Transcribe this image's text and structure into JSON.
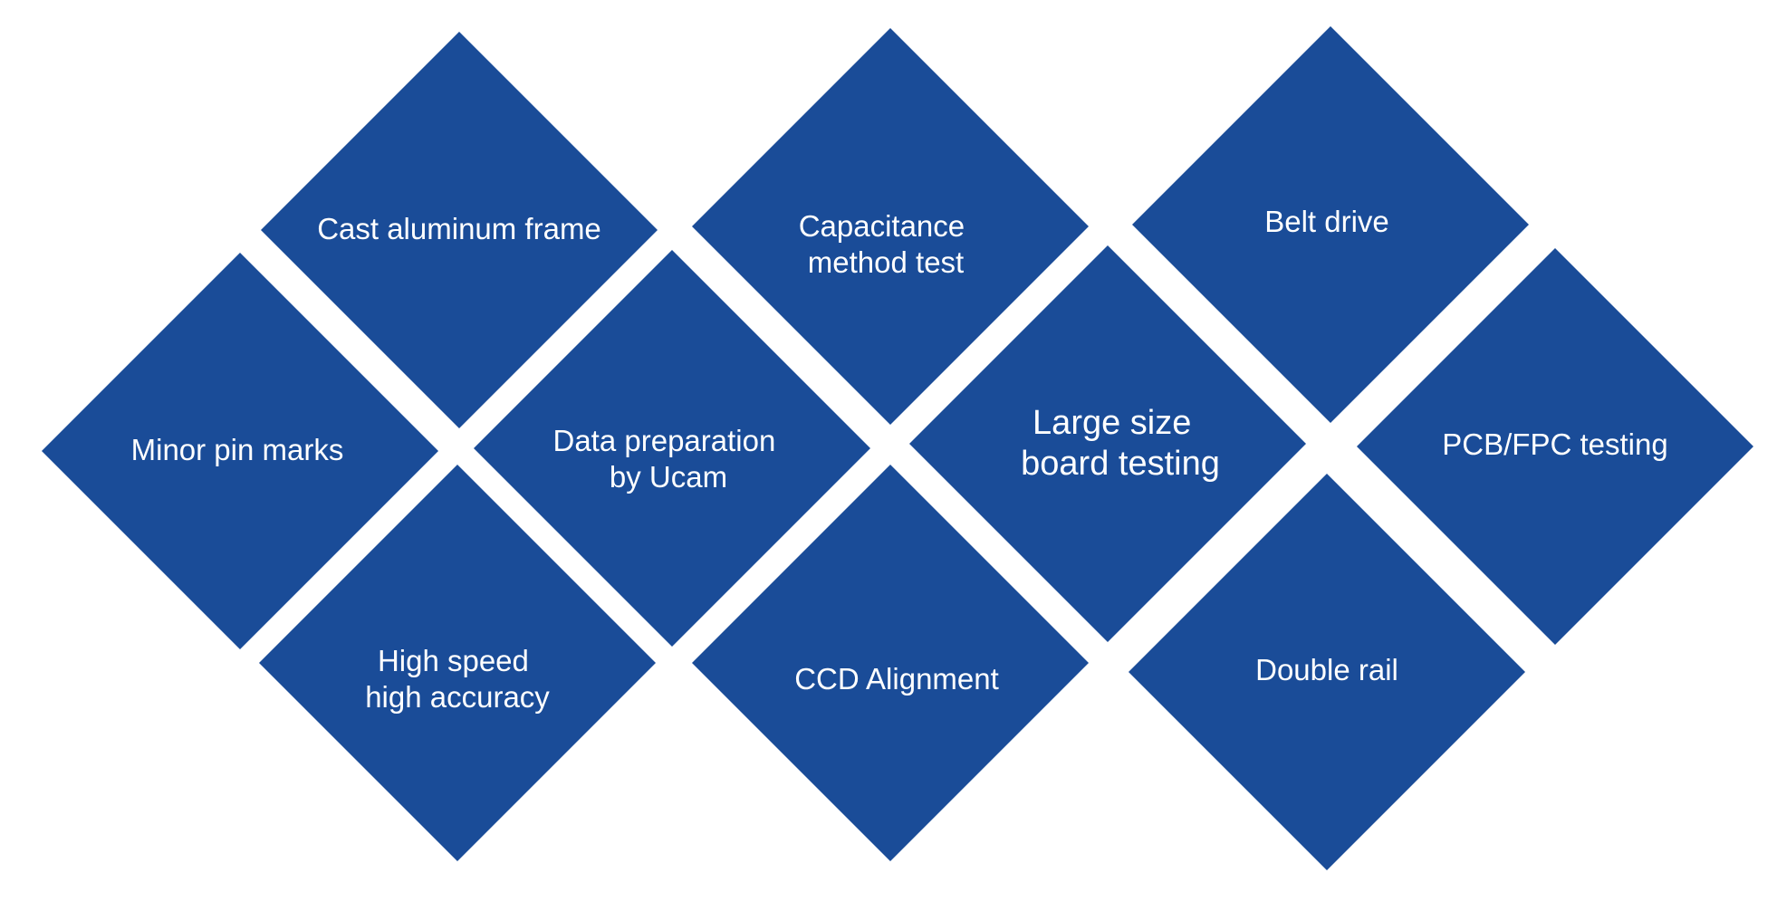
{
  "colors": {
    "tile_fill": "#1a4c98",
    "label_text": "#ffffff",
    "background": "#ffffff"
  },
  "tiles": [
    {
      "id": "cast-aluminum-frame",
      "lines": [
        "Cast aluminum frame"
      ]
    },
    {
      "id": "minor-pin-marks",
      "lines": [
        "Minor pin marks"
      ]
    },
    {
      "id": "high-speed-high-accuracy",
      "lines": [
        "High speed",
        "high accuracy"
      ]
    },
    {
      "id": "data-preparation-by-ucam",
      "lines": [
        "Data preparation",
        "by Ucam"
      ]
    },
    {
      "id": "capacitance-method-test",
      "lines": [
        "Capacitance",
        "method test"
      ]
    },
    {
      "id": "ccd-alignment",
      "lines": [
        "CCD Alignment"
      ]
    },
    {
      "id": "large-size-board-testing",
      "lines": [
        "Large size",
        "board testing"
      ]
    },
    {
      "id": "belt-drive",
      "lines": [
        "Belt drive"
      ]
    },
    {
      "id": "double-rail",
      "lines": [
        "Double rail"
      ]
    },
    {
      "id": "pcb-fpc-testing",
      "lines": [
        "PCB/FPC testing"
      ]
    }
  ]
}
